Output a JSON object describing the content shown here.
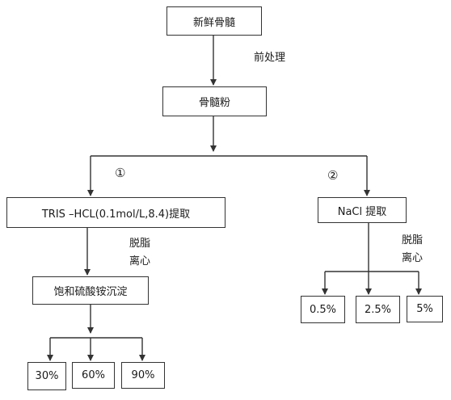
{
  "nodes": {
    "fresh_bone_marrow": "新鲜骨髓",
    "bone_marrow_powder": "骨髓粉",
    "tris_extraction": "TRIS –HCL(0.1mol/L,8.4)提取",
    "nacl_extraction": "NaCl 提取",
    "ammonium_sulfate": "饱和硫酸铵沉淀",
    "tris_results": [
      "30%",
      "60%",
      "90%"
    ],
    "nacl_results": [
      "0.5%",
      "2.5%",
      "5%"
    ]
  },
  "labels": {
    "pretreatment": "前处理",
    "branch_1": "①",
    "branch_2": "②",
    "degrease_left": "脱脂",
    "centrifuge_left": "离心",
    "degrease_right": "脱脂",
    "centrifuge_right": "离心"
  },
  "colors": {
    "line": "#333333",
    "border": "#333333"
  }
}
